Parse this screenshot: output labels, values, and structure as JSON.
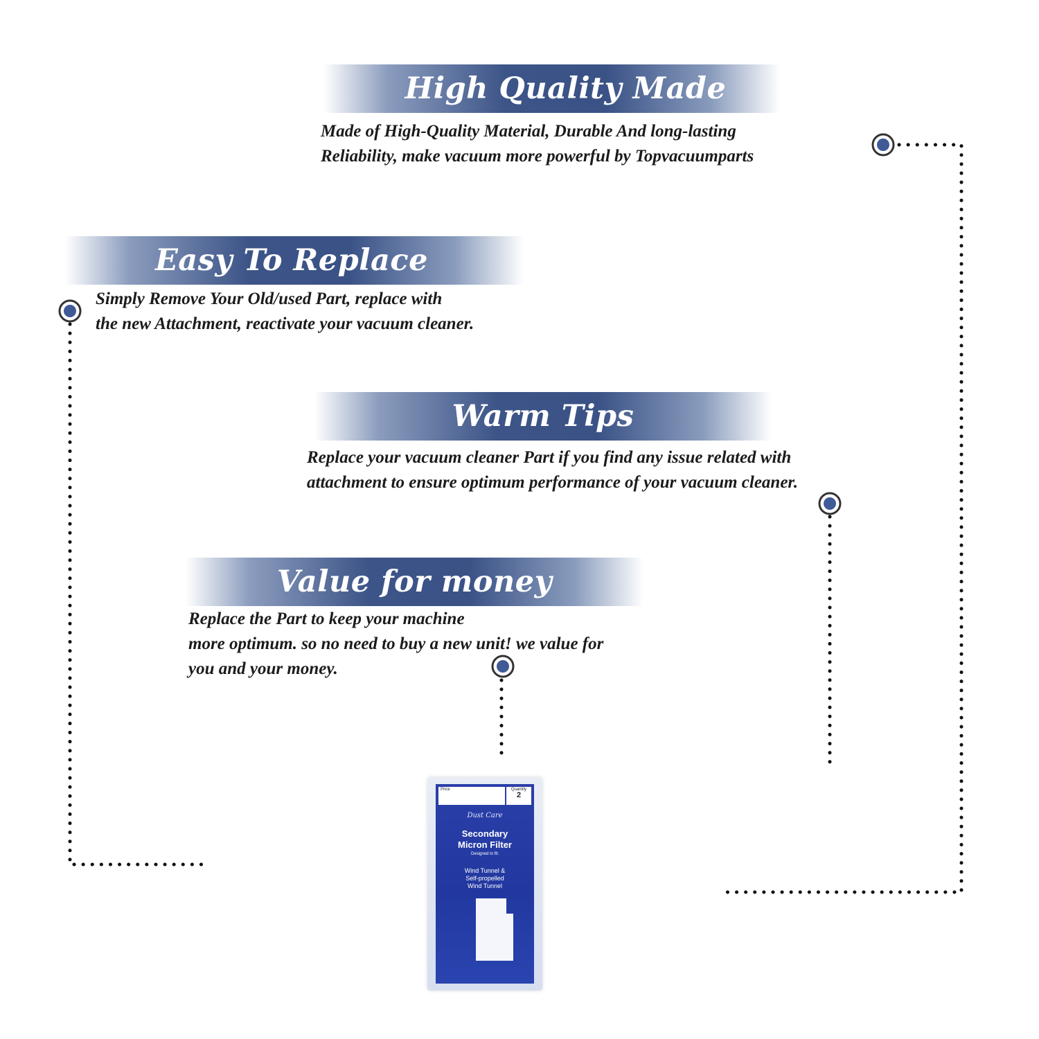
{
  "sections": [
    {
      "id": "quality",
      "title": "High Quality Made",
      "lines": [
        "Made of  High-Quality Material, Durable And long-lasting",
        "Reliability, make vacuum more powerful by Topvacuumparts"
      ]
    },
    {
      "id": "replace",
      "title": "Easy To Replace",
      "lines": [
        "Simply Remove Your Old/used Part, replace with",
        "the new Attachment, reactivate your vacuum cleaner."
      ]
    },
    {
      "id": "tips",
      "title": "Warm Tips",
      "lines": [
        "Replace your vacuum cleaner Part if you find any issue related with",
        " attachment to ensure optimum performance of your vacuum cleaner."
      ]
    },
    {
      "id": "value",
      "title": "Value for money",
      "lines": [
        "Replace the Part to keep your machine",
        "more optimum. so no need to buy a new unit! we value for",
        "you and your money."
      ]
    }
  ],
  "product": {
    "price_label": "Price",
    "quantity_label": "Quantity",
    "quantity_value": "2",
    "brand": "Dust Care",
    "title_line1": "Secondary",
    "title_line2": "Micron Filter",
    "fit_label": "Designed to fit:",
    "model_line1": "Wind Tunnel &",
    "model_line2": "Self-propelled",
    "model_line3": "Wind Tunnel"
  },
  "colors": {
    "banner_blue": "#3c5487",
    "dot_blue": "#3f5a97",
    "text": "#1b1b1b",
    "package_blue": "#2238a0"
  }
}
